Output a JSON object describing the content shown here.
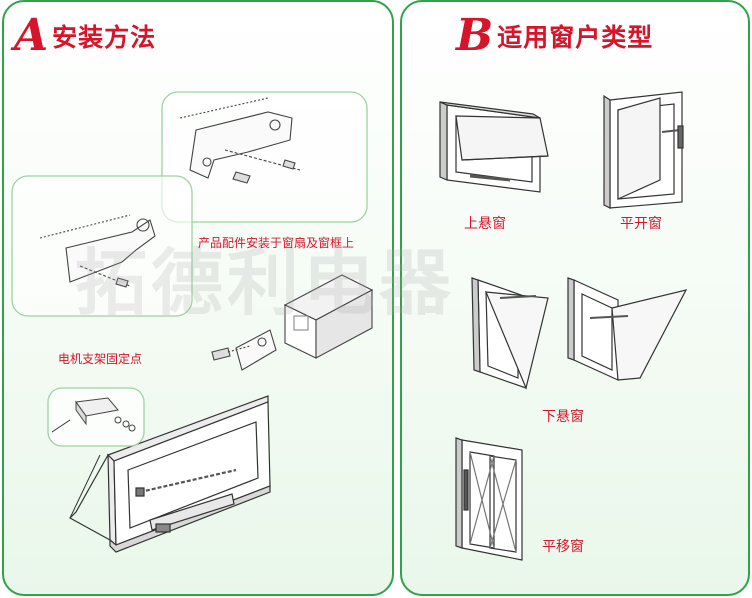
{
  "section_a": {
    "letter": "A",
    "title": "安装方法",
    "labels": {
      "accessory_mount": "产品配件安装于窗扇及窗框上",
      "motor_bracket": "电机支架固定点"
    }
  },
  "section_b": {
    "letter": "B",
    "title": "适用窗户类型",
    "window_types": [
      "上悬窗",
      "平开窗",
      "下悬窗",
      "平移窗"
    ]
  },
  "watermark": "拓德利电器",
  "colors": {
    "accent": "#d6152a",
    "frame_green": "#2fa24a",
    "line": "#444444"
  }
}
